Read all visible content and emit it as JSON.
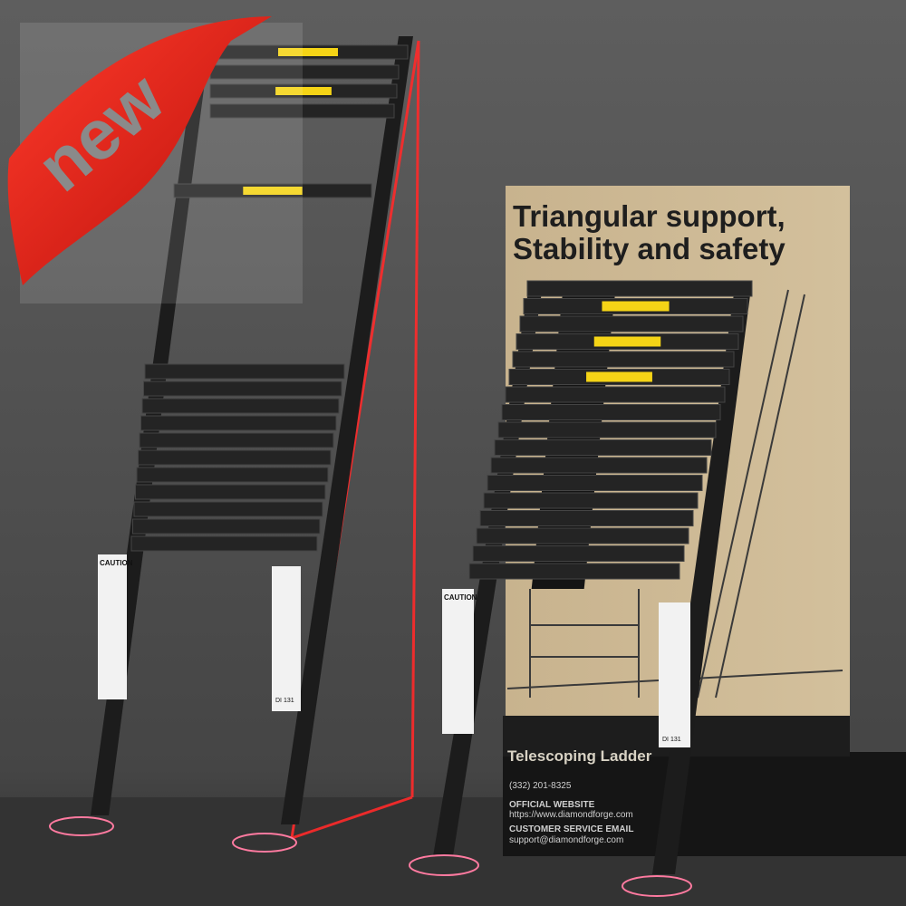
{
  "badge": {
    "label": "new",
    "color": "#e0231c"
  },
  "box": {
    "headline_line1": "Triangular support,",
    "headline_line2": "Stability and safety",
    "product_name": "Telescoping Ladder",
    "phone": "(332) 201-8325",
    "website_label": "OFFICIAL WEBSITE",
    "website": "https://www.diamondforge.com",
    "email_label": "CUSTOMER SERVICE EMAIL",
    "email": "support@diamondforge.com",
    "color": "#c9b48f"
  },
  "labels": {
    "caution": "CAUTION",
    "code": "DI 131"
  },
  "colors": {
    "laser": "#ff2a2a",
    "ladder": "#1c1c1c",
    "warning_label": "#f5d416"
  }
}
